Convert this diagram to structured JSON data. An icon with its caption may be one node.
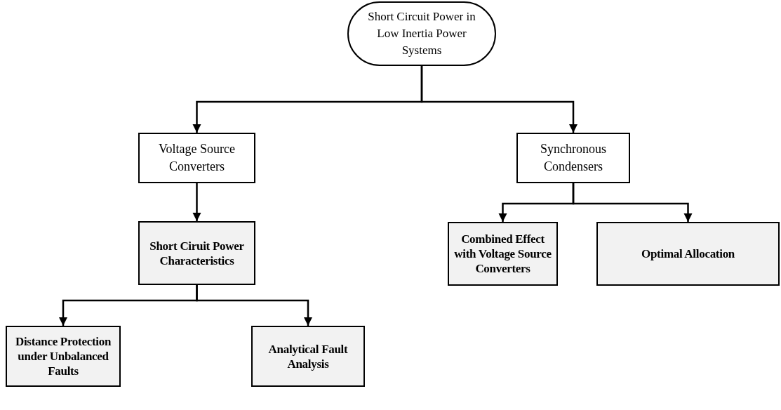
{
  "diagram": {
    "nodes": [
      {
        "text": [
          "Short Circuit Power in Low Inertia Power Systems"
        ]
      },
      {
        "text": [
          "Voltage Source Converters"
        ]
      },
      {
        "text": [
          "Synchronous Condensers"
        ]
      },
      {
        "text": [
          "Short Ciruit Power Characteristics"
        ]
      },
      {
        "text": [
          "Distance Protection under Unbalanced Faults"
        ]
      },
      {
        "text": [
          "Analytical Fault Analysis"
        ]
      },
      {
        "text": [
          "Combined Effect with Voltage Source Converters"
        ]
      },
      {
        "text": [
          "Optimal Allocation"
        ]
      }
    ],
    "edges": [
      {
        "from": 0,
        "to": 1,
        "arrow": "to"
      },
      {
        "from": 0,
        "to": 2,
        "arrow": "to"
      },
      {
        "from": 1,
        "to": 3,
        "arrow": "to"
      },
      {
        "from": 2,
        "to": 6,
        "arrow": "to"
      },
      {
        "from": 2,
        "to": 7,
        "arrow": "to"
      },
      {
        "from": 3,
        "to": 4,
        "arrow": "to"
      },
      {
        "from": 3,
        "to": 5,
        "arrow": "to"
      }
    ]
  }
}
